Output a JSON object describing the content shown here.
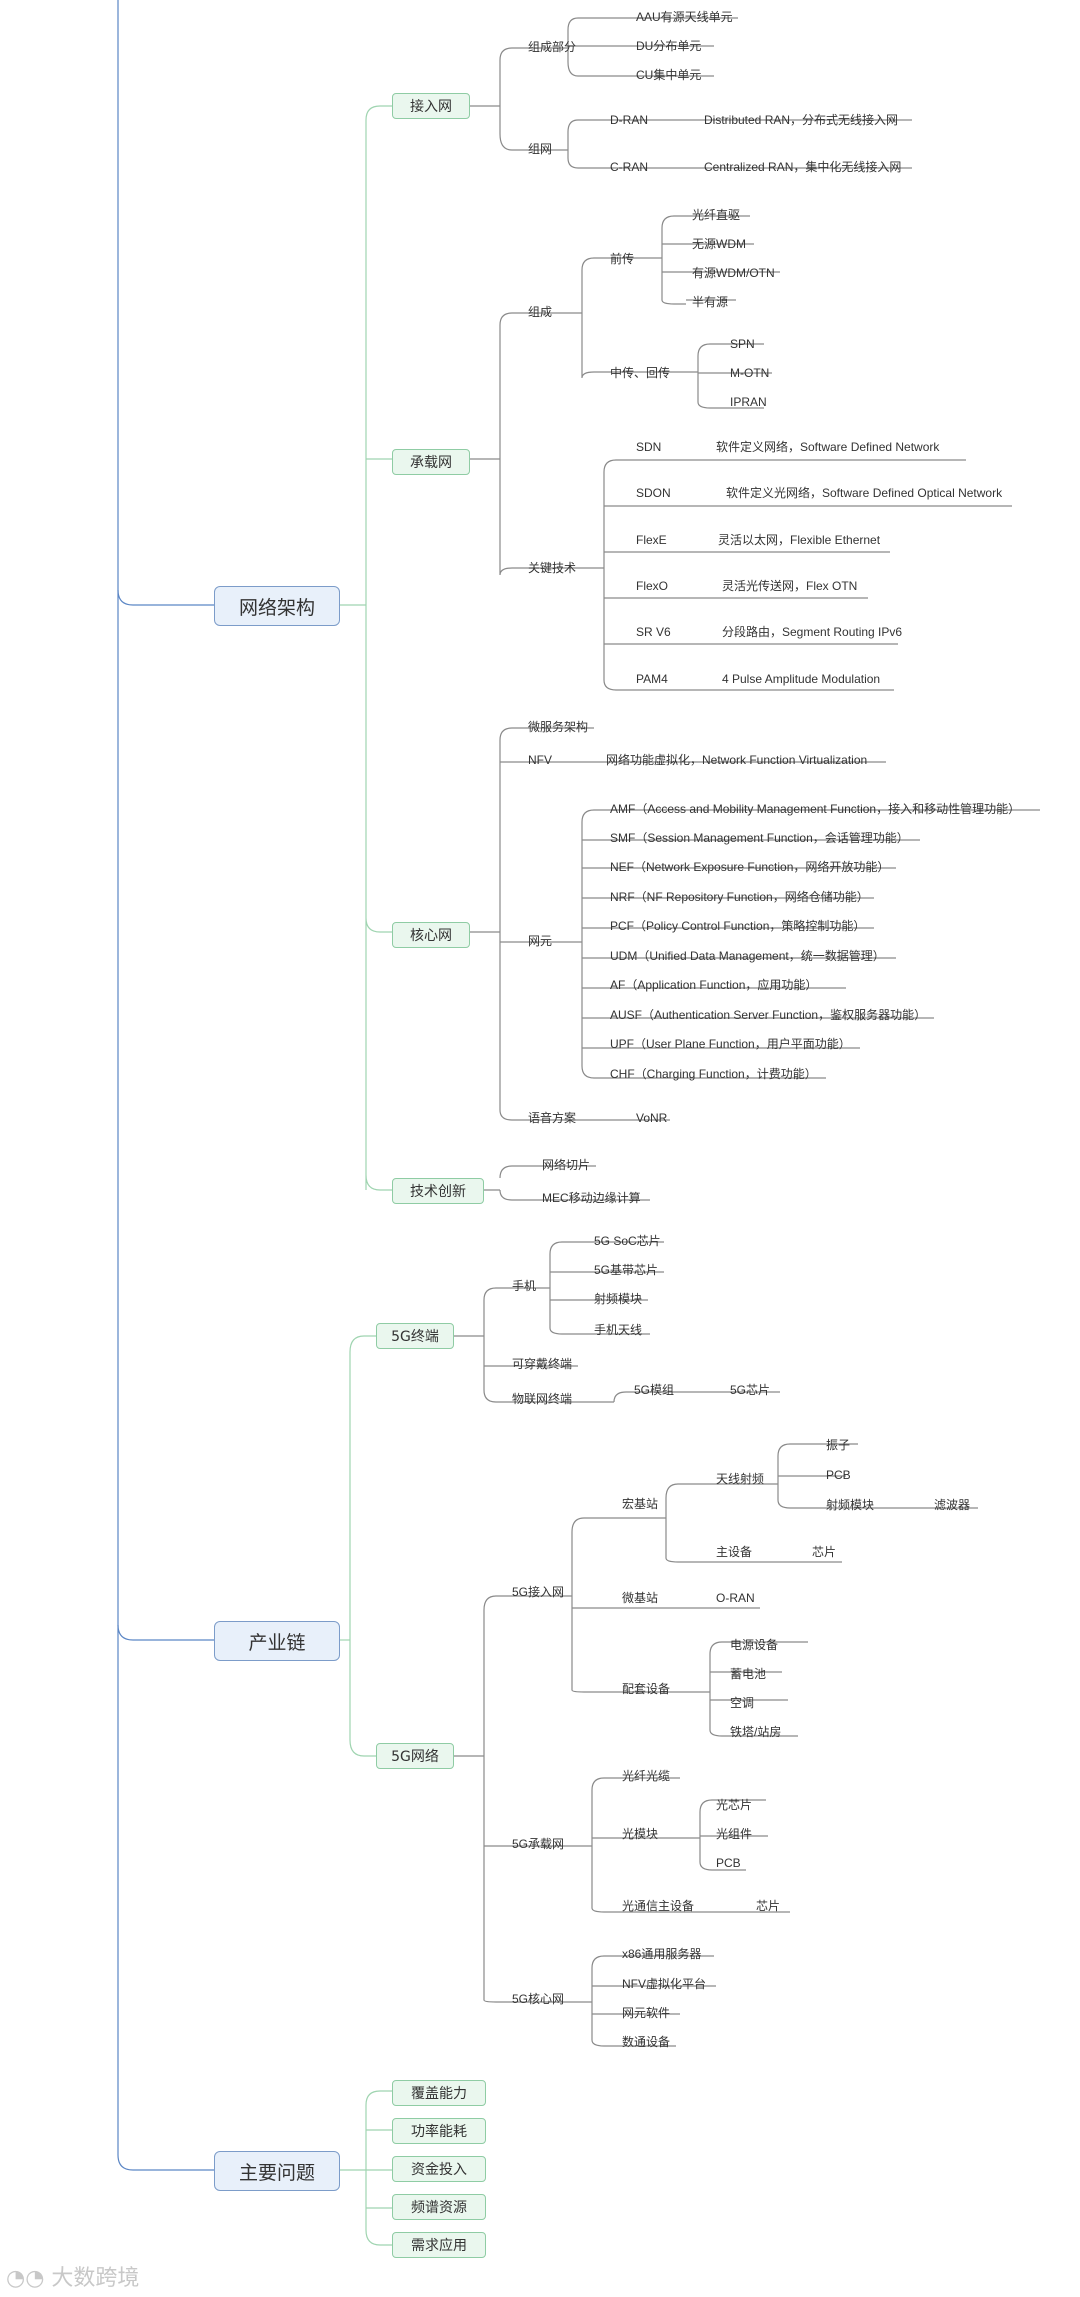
{
  "roots": {
    "arch": "网络架构",
    "chain": "产业链",
    "issues": "主要问题"
  },
  "branches": {
    "access": "接入网",
    "bearer": "承载网",
    "core": "核心网",
    "innovation": "技术创新",
    "terminal": "5G终端",
    "network": "5G网络",
    "coverage": "覆盖能力",
    "power": "功率能耗",
    "funding": "资金投入",
    "spectrum": "频谱资源",
    "demand": "需求应用"
  },
  "access": {
    "components": "组成部分",
    "aau": "AAU有源天线单元",
    "du": "DU分布单元",
    "cu": "CU集中单元",
    "networking": "组网",
    "dran": "D-RAN",
    "dran_desc": "Distributed RAN，分布式无线接入网",
    "cran": "C-RAN",
    "cran_desc": "Centralized RAN，集中化无线接入网"
  },
  "bearer": {
    "composition": "组成",
    "fronthaul": "前传",
    "fiber": "光纤直驱",
    "passive_wdm": "无源WDM",
    "active_wdm": "有源WDM/OTN",
    "semi_active": "半有源",
    "midhaul": "中传、回传",
    "spn": "SPN",
    "motn": "M-OTN",
    "ipran": "IPRAN",
    "key_tech": "关键技术",
    "sdn": "SDN",
    "sdn_desc": "软件定义网络，Software Defined Network",
    "sdon": "SDON",
    "sdon_desc": "软件定义光网络，Software Defined Optical Network",
    "flexe": "FlexE",
    "flexe_desc": "灵活以太网，Flexible Ethernet",
    "flexo": "FlexO",
    "flexo_desc": "灵活光传送网，Flex OTN",
    "srv6": "SR V6",
    "srv6_desc": "分段路由，Segment Routing IPv6",
    "pam4": "PAM4",
    "pam4_desc": "4 Pulse Amplitude Modulation"
  },
  "core": {
    "microservice": "微服务架构",
    "nfv": "NFV",
    "nfv_desc": "网络功能虚拟化，Network Function Virtualization",
    "element": "网元",
    "amf": "AMF（Access and Mobility Management Function，接入和移动性管理功能）",
    "smf": "SMF（Session Management Function，会话管理功能）",
    "nef": "NEF（Network Exposure Function，网络开放功能）",
    "nrf": "NRF（NF Repository Function，网络仓储功能）",
    "pcf": "PCF（Policy Control Function，策略控制功能）",
    "udm": "UDM（Unified Data Management，统一数据管理）",
    "af": "AF（Application Function，应用功能）",
    "ausf": "AUSF（Authentication Server Function，鉴权服务器功能）",
    "upf": "UPF（User Plane Function，用户平面功能）",
    "chf": "CHF（Charging Function，计费功能）",
    "voice": "语音方案",
    "vonr": "VoNR"
  },
  "innovation": {
    "slicing": "网络切片",
    "mec": "MEC移动边缘计算"
  },
  "terminal": {
    "phone": "手机",
    "soc": "5G SoC芯片",
    "baseband": "5G基带芯片",
    "rf": "射频模块",
    "antenna": "手机天线",
    "wearable": "可穿戴终端",
    "iot": "物联网终端",
    "module": "5G模组",
    "chip": "5G芯片"
  },
  "network": {
    "ran": "5G接入网",
    "macro": "宏基站",
    "antenna_rf": "天线射频",
    "dipole": "振子",
    "pcb": "PCB",
    "rf_module": "射频模块",
    "filter": "滤波器",
    "main_equip": "主设备",
    "chip": "芯片",
    "micro": "微基站",
    "oran": "O-RAN",
    "support": "配套设备",
    "power_equip": "电源设备",
    "battery": "蓄电池",
    "aircon": "空调",
    "tower": "铁塔/站房",
    "transport": "5G承载网",
    "fiber_cable": "光纤光缆",
    "optical_module": "光模块",
    "optical_chip": "光芯片",
    "optical_component": "光组件",
    "pcb2": "PCB",
    "optical_main": "光通信主设备",
    "chip2": "芯片",
    "core": "5G核心网",
    "x86": "x86通用服务器",
    "nfv_platform": "NFV虚拟化平台",
    "ne_software": "网元软件",
    "datacom": "数通设备"
  },
  "watermark": "大数跨境",
  "colors": {
    "root_border": "#7c9cc9",
    "root_fill": "#e8f0fa",
    "branch_border": "#8fcca4",
    "branch_fill": "#eaf7ee",
    "line_blue": "#5b86c5",
    "line_green": "#9fd4b0",
    "line_gray": "#8a8a8a"
  }
}
